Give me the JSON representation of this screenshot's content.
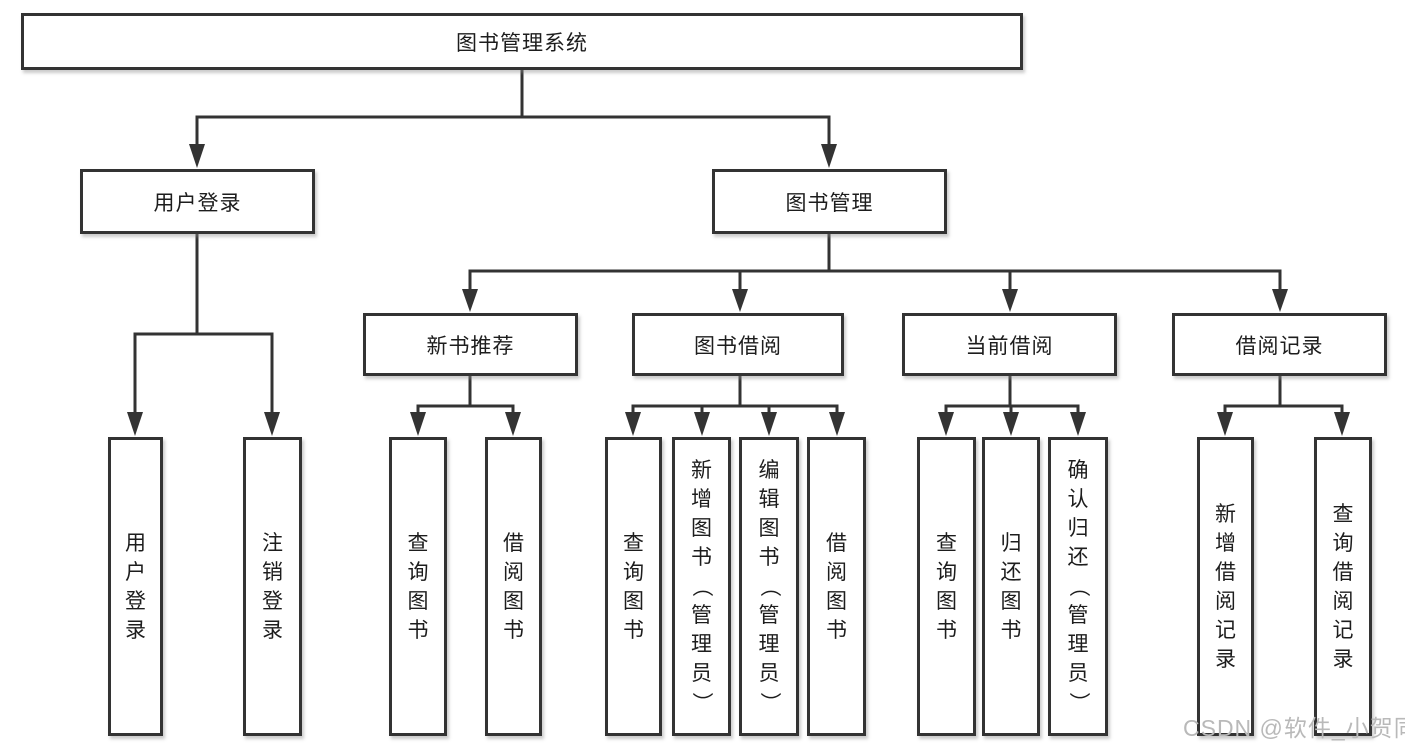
{
  "colors": {
    "line": "#333333",
    "box_border": "#333333",
    "text": "#1d1d1d",
    "background": "#ffffff",
    "watermark": "#b9b9b9"
  },
  "nodes": {
    "root": {
      "label": "图书管理系统"
    },
    "user_login": {
      "label": "用户登录"
    },
    "book_mgmt": {
      "label": "图书管理"
    },
    "new_book": {
      "label": "新书推荐"
    },
    "book_borrow": {
      "label": "图书借阅"
    },
    "current_borrow": {
      "label": "当前借阅"
    },
    "borrow_record": {
      "label": "借阅记录"
    },
    "user_login_leaf": {
      "label": "用户登录"
    },
    "logout_leaf": {
      "label": "注销登录"
    },
    "query_book_1": {
      "label": "查询图书"
    },
    "borrow_book_1": {
      "label": "借阅图书"
    },
    "query_book_2": {
      "label": "查询图书"
    },
    "add_book": {
      "label": "新增图书（管理员）"
    },
    "edit_book": {
      "label": "编辑图书（管理员）"
    },
    "borrow_book_2": {
      "label": "借阅图书"
    },
    "query_book_3": {
      "label": "查询图书"
    },
    "return_book": {
      "label": "归还图书"
    },
    "confirm_return": {
      "label": "确认归还（管理员）"
    },
    "add_borrow_record": {
      "label": "新增借阅记录"
    },
    "query_borrow_record": {
      "label": "查询借阅记录"
    }
  },
  "edges": [
    [
      "root",
      "user_login"
    ],
    [
      "root",
      "book_mgmt"
    ],
    [
      "user_login",
      "user_login_leaf"
    ],
    [
      "user_login",
      "logout_leaf"
    ],
    [
      "book_mgmt",
      "new_book"
    ],
    [
      "book_mgmt",
      "book_borrow"
    ],
    [
      "book_mgmt",
      "current_borrow"
    ],
    [
      "book_mgmt",
      "borrow_record"
    ],
    [
      "new_book",
      "query_book_1"
    ],
    [
      "new_book",
      "borrow_book_1"
    ],
    [
      "book_borrow",
      "query_book_2"
    ],
    [
      "book_borrow",
      "add_book"
    ],
    [
      "book_borrow",
      "edit_book"
    ],
    [
      "book_borrow",
      "borrow_book_2"
    ],
    [
      "current_borrow",
      "query_book_3"
    ],
    [
      "current_borrow",
      "return_book"
    ],
    [
      "current_borrow",
      "confirm_return"
    ],
    [
      "borrow_record",
      "add_borrow_record"
    ],
    [
      "borrow_record",
      "query_borrow_record"
    ]
  ],
  "watermark": {
    "text": "CSDN @软件_小贺同学"
  }
}
